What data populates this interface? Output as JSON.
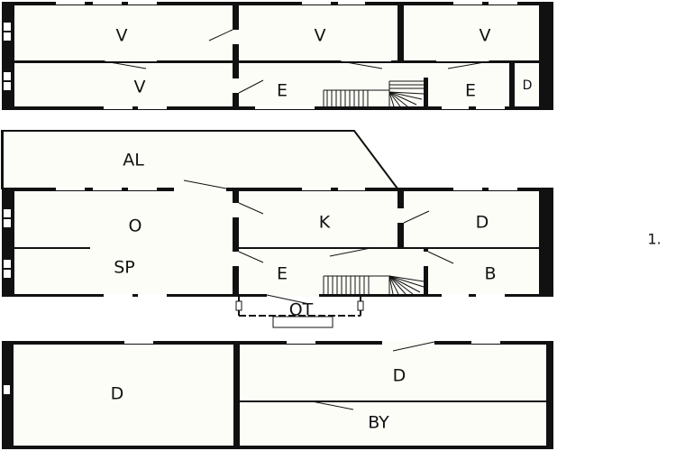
{
  "plan": {
    "scale_label": "1.",
    "floors": [
      {
        "name": "upper-floor",
        "rooms": [
          {
            "id": "v1",
            "label": "V"
          },
          {
            "id": "v2",
            "label": "V"
          },
          {
            "id": "v3",
            "label": "V"
          },
          {
            "id": "v4",
            "label": "V"
          },
          {
            "id": "e1",
            "label": "E"
          },
          {
            "id": "e2",
            "label": "E"
          },
          {
            "id": "d1",
            "label": "D"
          }
        ]
      },
      {
        "name": "ground-floor",
        "rooms": [
          {
            "id": "al",
            "label": "AL"
          },
          {
            "id": "o",
            "label": "O"
          },
          {
            "id": "sp",
            "label": "SP"
          },
          {
            "id": "k",
            "label": "K"
          },
          {
            "id": "d2",
            "label": "D"
          },
          {
            "id": "e3",
            "label": "E"
          },
          {
            "id": "b",
            "label": "B"
          },
          {
            "id": "ot",
            "label": "OT"
          }
        ]
      },
      {
        "name": "basement",
        "rooms": [
          {
            "id": "d3",
            "label": "D"
          },
          {
            "id": "d4",
            "label": "D"
          },
          {
            "id": "by",
            "label": "BY"
          }
        ]
      }
    ]
  }
}
